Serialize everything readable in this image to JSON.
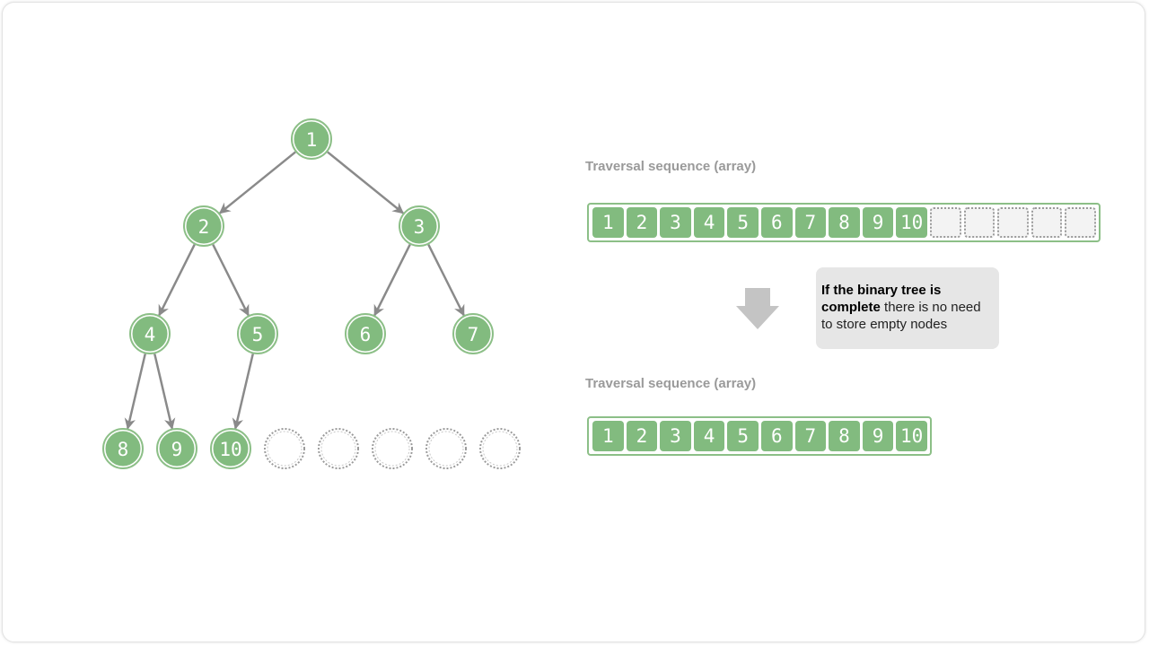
{
  "tree": {
    "nodes": [
      {
        "id": 1,
        "label": "1",
        "filled": true
      },
      {
        "id": 2,
        "label": "2",
        "filled": true
      },
      {
        "id": 3,
        "label": "3",
        "filled": true
      },
      {
        "id": 4,
        "label": "4",
        "filled": true
      },
      {
        "id": 5,
        "label": "5",
        "filled": true
      },
      {
        "id": 6,
        "label": "6",
        "filled": true
      },
      {
        "id": 7,
        "label": "7",
        "filled": true
      },
      {
        "id": 8,
        "label": "8",
        "filled": true
      },
      {
        "id": 9,
        "label": "9",
        "filled": true
      },
      {
        "id": 10,
        "label": "10",
        "filled": true
      },
      {
        "id": 11,
        "label": "",
        "filled": false
      },
      {
        "id": 12,
        "label": "",
        "filled": false
      },
      {
        "id": 13,
        "label": "",
        "filled": false
      },
      {
        "id": 14,
        "label": "",
        "filled": false
      },
      {
        "id": 15,
        "label": "",
        "filled": false
      }
    ],
    "edges": [
      [
        1,
        2
      ],
      [
        1,
        3
      ],
      [
        2,
        4
      ],
      [
        2,
        5
      ],
      [
        3,
        6
      ],
      [
        3,
        7
      ],
      [
        4,
        8
      ],
      [
        4,
        9
      ],
      [
        5,
        10
      ]
    ]
  },
  "top_sequence": {
    "title": "Traversal sequence (array)",
    "cells": [
      "1",
      "2",
      "3",
      "4",
      "5",
      "6",
      "7",
      "8",
      "9",
      "10",
      "",
      "",
      "",
      "",
      ""
    ]
  },
  "bottom_sequence": {
    "title": "Traversal sequence (array)",
    "cells": [
      "1",
      "2",
      "3",
      "4",
      "5",
      "6",
      "7",
      "8",
      "9",
      "10"
    ]
  },
  "note": {
    "bold_text": "If the binary tree is complete",
    "rest_text": " there is no need to store empty nodes"
  },
  "colors": {
    "node_fill": "#82bb7f",
    "node_ring": "#8cbf87",
    "edge": "#8a8a8a",
    "empty_ring": "#9a9a9a",
    "arrow_fill": "#c4c4c4",
    "note_bg": "#e6e6e6"
  }
}
